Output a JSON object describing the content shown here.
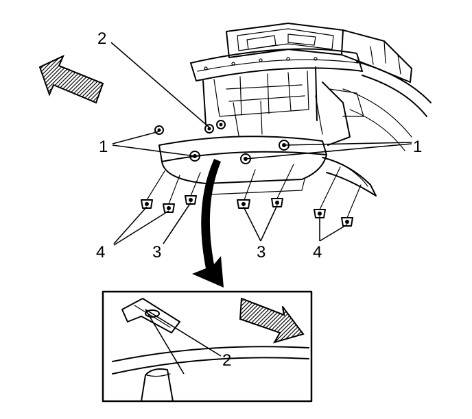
{
  "callouts": {
    "c2_top": "2",
    "c1_left": "1",
    "c1_right": "1",
    "c4_left": "4",
    "c3_left": "3",
    "c3_center": "3",
    "c4_right": "4",
    "c2_inset": "2"
  },
  "icons": {
    "front_arrow": "direction-arrow-icon",
    "rotate_arrow": "curved-view-arrow-icon",
    "inset_arrow": "direction-arrow-icon"
  }
}
